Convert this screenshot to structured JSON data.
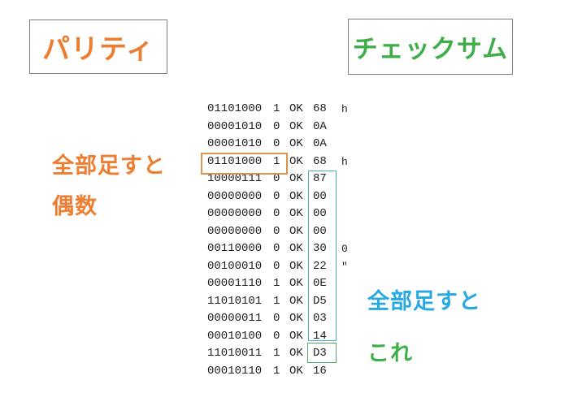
{
  "titles": {
    "parity": "パリティ",
    "checksum": "チェックサム"
  },
  "annotations": {
    "parity_line1": "全部足すと",
    "parity_line2": "偶数",
    "checksum_line1": "全部足すと",
    "checksum_line2": "これ"
  },
  "table": {
    "columns": [
      "binary",
      "parity_bit",
      "status",
      "hex",
      "ascii_char"
    ],
    "rows": [
      {
        "binary": "01101000",
        "parity": "1",
        "status": "OK",
        "hex": "68",
        "char": "h"
      },
      {
        "binary": "00001010",
        "parity": "0",
        "status": "OK",
        "hex": "0A",
        "char": ""
      },
      {
        "binary": "00001010",
        "parity": "0",
        "status": "OK",
        "hex": "0A",
        "char": ""
      },
      {
        "binary": "01101000",
        "parity": "1",
        "status": "OK",
        "hex": "68",
        "char": "h"
      },
      {
        "binary": "10000111",
        "parity": "0",
        "status": "OK",
        "hex": "87",
        "char": ""
      },
      {
        "binary": "00000000",
        "parity": "0",
        "status": "OK",
        "hex": "00",
        "char": ""
      },
      {
        "binary": "00000000",
        "parity": "0",
        "status": "OK",
        "hex": "00",
        "char": ""
      },
      {
        "binary": "00000000",
        "parity": "0",
        "status": "OK",
        "hex": "00",
        "char": ""
      },
      {
        "binary": "00110000",
        "parity": "0",
        "status": "OK",
        "hex": "30",
        "char": "0"
      },
      {
        "binary": "00100010",
        "parity": "0",
        "status": "OK",
        "hex": "22",
        "char": "″"
      },
      {
        "binary": "00001110",
        "parity": "1",
        "status": "OK",
        "hex": "0E",
        "char": ""
      },
      {
        "binary": "11010101",
        "parity": "1",
        "status": "OK",
        "hex": "D5",
        "char": ""
      },
      {
        "binary": "00000011",
        "parity": "0",
        "status": "OK",
        "hex": "03",
        "char": ""
      },
      {
        "binary": "00010100",
        "parity": "0",
        "status": "OK",
        "hex": "14",
        "char": ""
      },
      {
        "binary": "11010011",
        "parity": "1",
        "status": "OK",
        "hex": "D3",
        "char": ""
      },
      {
        "binary": "00010110",
        "parity": "1",
        "status": "OK",
        "hex": "16",
        "char": ""
      }
    ]
  },
  "colors": {
    "parity_accent": "#ED7D31",
    "checksum_green": "#3FAE49",
    "checksum_blue": "#29A9E1",
    "box_border_gray": "#808080",
    "parity_highlight_border": "#E0944B",
    "checksum_column_border": "#4BACC6",
    "checksum_result_border": "#55A868",
    "table_text": "#1F1F1F"
  }
}
